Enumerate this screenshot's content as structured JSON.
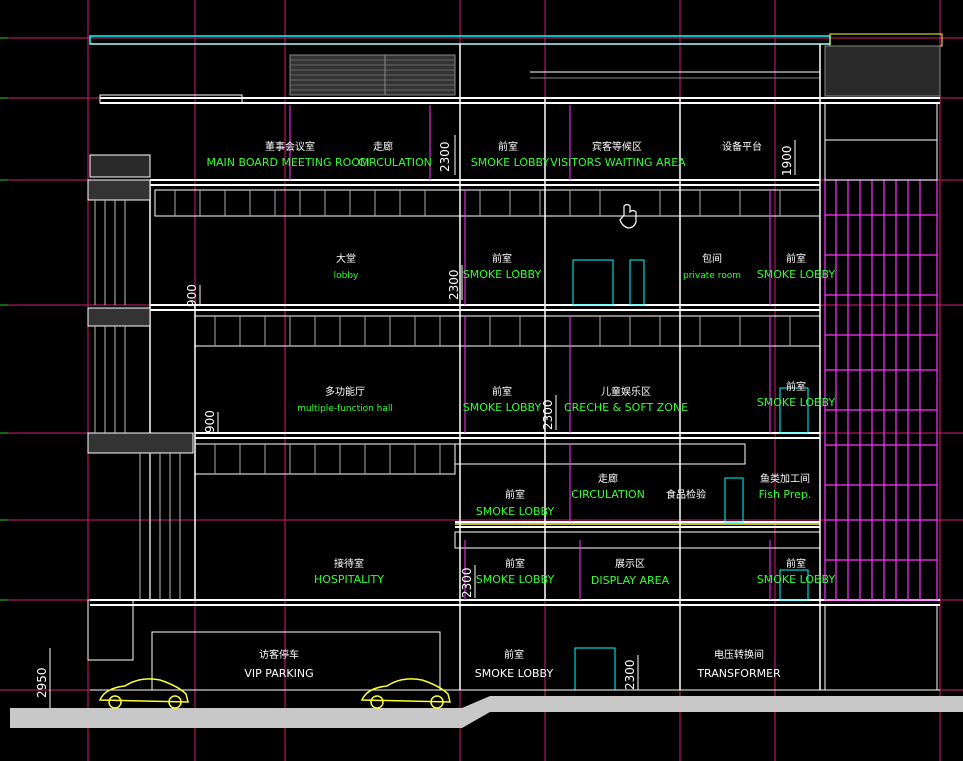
{
  "labels": {
    "r6a_cn": "董事会议室",
    "r6a_en": "MAIN BOARD MEETING ROOM",
    "r6b_cn": "走廊",
    "r6b_en": "CIRCULATION",
    "r6c_cn": "前室",
    "r6c_en": "SMOKE LOBBY",
    "r6d_cn": "宾客等候区",
    "r6d_en": "VISITORS WAITING AREA",
    "r6e_cn": "设备平台",
    "r5a_cn": "大堂",
    "r5a_en": "lobby",
    "r5b_cn": "前室",
    "r5b_en": "SMOKE LOBBY",
    "r5c_cn": "包间",
    "r5c_en": "private room",
    "r5d_cn": "前室",
    "r5d_en": "SMOKE LOBBY",
    "r4a_cn": "多功能厅",
    "r4a_en": "multiple-function hall",
    "r4b_cn": "前室",
    "r4b_en": "SMOKE LOBBY",
    "r4c_cn": "儿童娱乐区",
    "r4c_en": "CRECHE & SOFT ZONE",
    "r4d_cn": "前室",
    "r4d_en": "SMOKE LOBBY",
    "r3a_cn": "走廊",
    "r3a_en": "CIRCULATION",
    "r3b_cn": "前室",
    "r3b_en": "SMOKE LOBBY",
    "r3c_cn": "食品检验",
    "r3d_cn": "鱼类加工间",
    "r3d_en": "Fish Prep.",
    "r2a_cn": "接待室",
    "r2a_en": "HOSPITALITY",
    "r2b_cn": "前室",
    "r2b_en": "SMOKE LOBBY",
    "r2c_cn": "展示区",
    "r2c_en": "DISPLAY AREA",
    "r2d_cn": "前室",
    "r2d_en": "SMOKE LOBBY",
    "r1a_cn": "访客停车",
    "r1a_en": "VIP PARKING",
    "r1b_cn": "前室",
    "r1b_en": "SMOKE LOBBY",
    "r1c_cn": "电压转换间",
    "r1c_en": "TRANSFORMER"
  },
  "dimensions": {
    "d1": "2300",
    "d2": "1900",
    "d3": "2300",
    "d4": "900",
    "d5": "2300",
    "d6": "900",
    "d7": "2300",
    "d8": "2300",
    "d9": "2950"
  },
  "colors": {
    "background": "#000000",
    "grid": "#d21e6e",
    "wall": "#ffffff",
    "green_text": "#33ff33",
    "cyan": "#00ffff",
    "magenta": "#ff33ff",
    "yellow": "#ffff33",
    "ground": "#c8c8c8"
  },
  "icons": {
    "cursor": "hand-cursor-icon",
    "car": "car-icon"
  }
}
